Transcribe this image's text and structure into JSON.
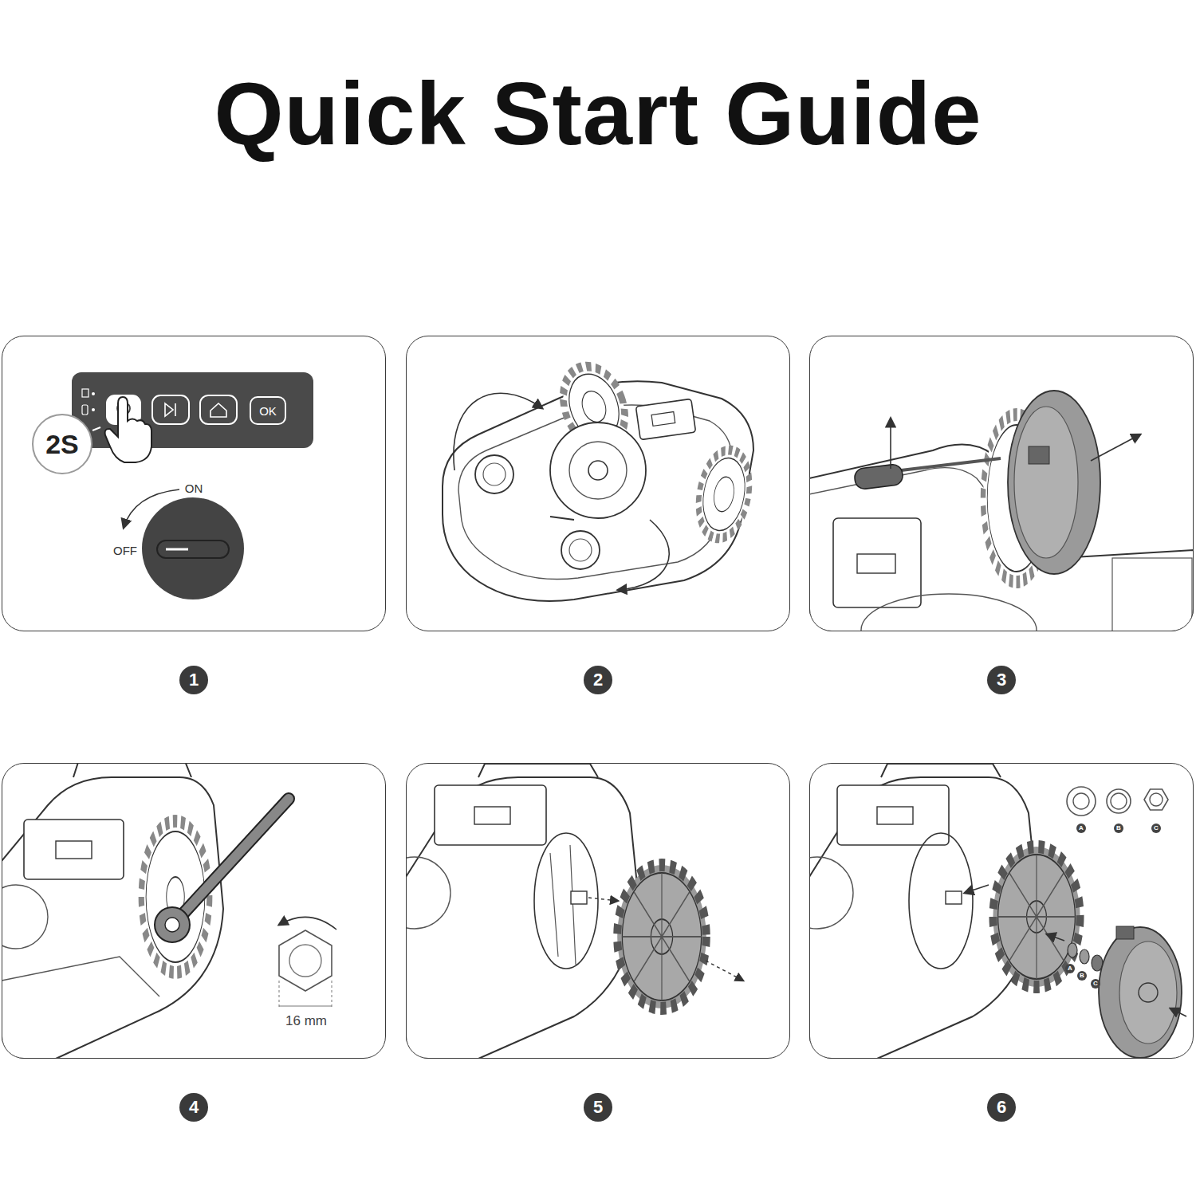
{
  "diagram": {
    "title": "Quick Start Guide",
    "nodes": [
      {
        "text": [
          "1"
        ]
      },
      {
        "text": [
          "2S"
        ],
        "in": 0
      },
      {
        "text": [
          "OK"
        ],
        "in": 0
      },
      {
        "text": [
          "2"
        ]
      },
      {
        "text": [
          "3"
        ]
      },
      {
        "text": [
          "4"
        ]
      },
      {
        "text": [
          "5"
        ]
      },
      {
        "text": [
          "6"
        ]
      }
    ],
    "labels": [
      "ON",
      "OFF",
      "16 mm",
      "A",
      "B",
      "C",
      "A",
      "B",
      "C"
    ]
  }
}
